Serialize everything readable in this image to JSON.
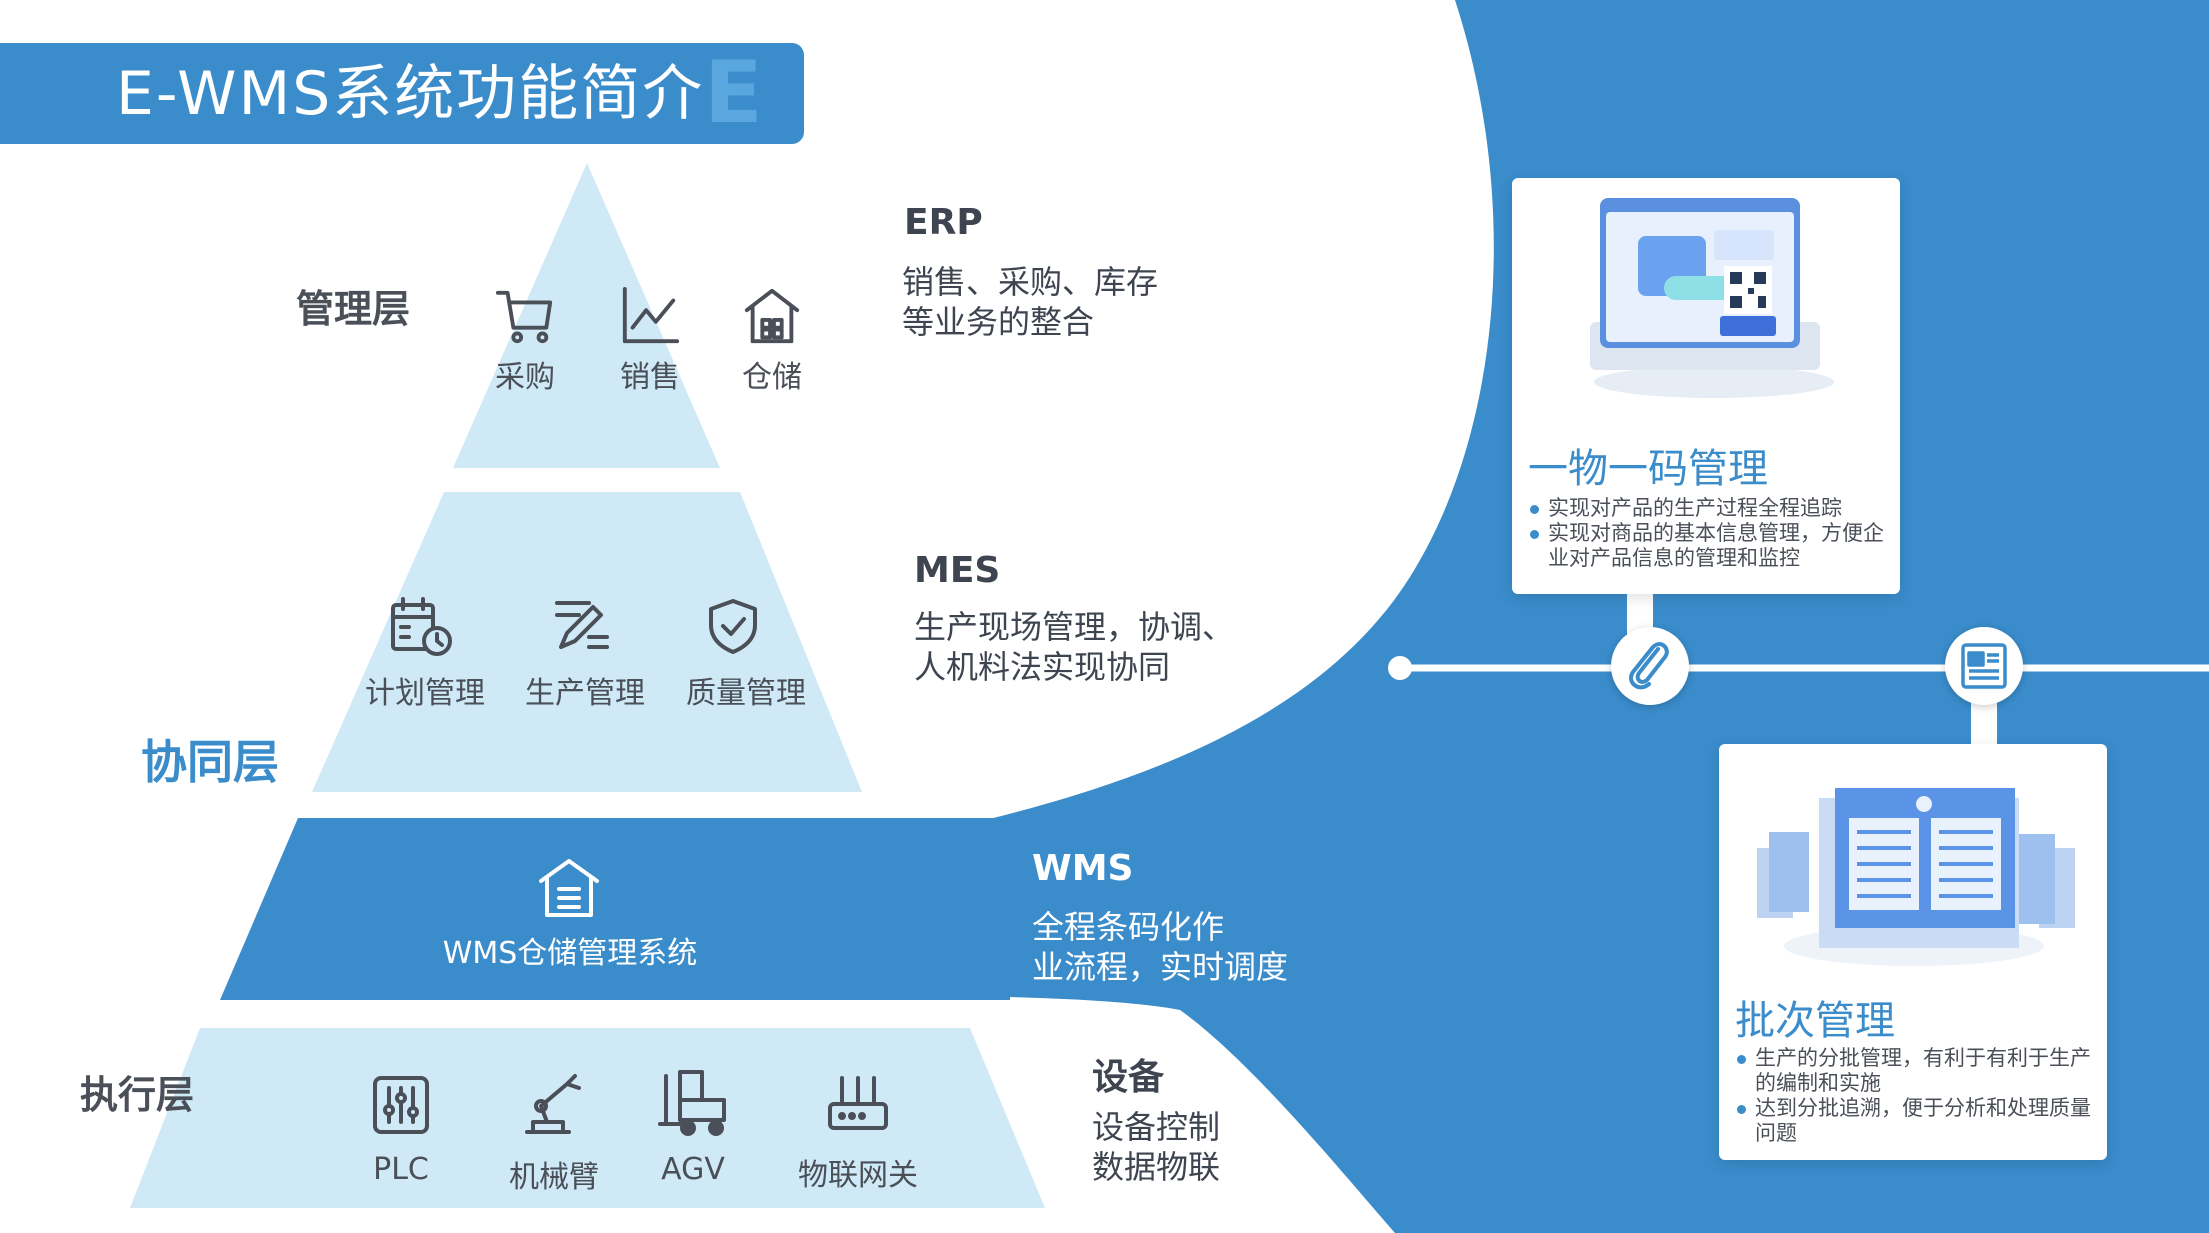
{
  "title": "E-WMS系统功能简介",
  "title_logo": "E",
  "colors": {
    "brand": "#3a8ccb",
    "light": "#cfeaf6",
    "text": "#3f4550"
  },
  "layers": {
    "management": "管理层",
    "collaboration": "协同层",
    "execution": "执行层"
  },
  "erp": {
    "heading": "ERP",
    "desc_line1": "销售、采购、库存",
    "desc_line2": "等业务的整合",
    "icons": [
      {
        "icon": "cart-icon",
        "label": "采购"
      },
      {
        "icon": "line-chart-icon",
        "label": "销售"
      },
      {
        "icon": "warehouse-icon",
        "label": "仓储"
      }
    ]
  },
  "mes": {
    "heading": "MES",
    "desc_line1": "生产现场管理，协调、",
    "desc_line2": "人机料法实现协同",
    "icons": [
      {
        "icon": "calendar-clock-icon",
        "label": "计划管理"
      },
      {
        "icon": "edit-list-icon",
        "label": "生产管理"
      },
      {
        "icon": "shield-check-icon",
        "label": "质量管理"
      }
    ]
  },
  "wms": {
    "heading": "WMS",
    "desc_line1": "全程条码化作",
    "desc_line2": "业流程，实时调度",
    "icon": "warehouse-icon",
    "label": "WMS仓储管理系统"
  },
  "device": {
    "heading": "设备",
    "desc_line1": "设备控制",
    "desc_line2": "数据物联",
    "icons": [
      {
        "icon": "sliders-icon",
        "label": "PLC"
      },
      {
        "icon": "robot-arm-icon",
        "label": "机械臂"
      },
      {
        "icon": "forklift-icon",
        "label": "AGV"
      },
      {
        "icon": "router-icon",
        "label": "物联网关"
      }
    ]
  },
  "cards": [
    {
      "title": "一物一码管理",
      "bullets": [
        "实现对产品的生产过程全程追踪",
        "实现对商品的基本信息管理，方便企业对产品信息的管理和监控"
      ]
    },
    {
      "title": "批次管理",
      "bullets": [
        "生产的分批管理，有利于有利于生产的编制和实施",
        "达到分批追溯，便于分析和处理质量问题"
      ]
    }
  ]
}
